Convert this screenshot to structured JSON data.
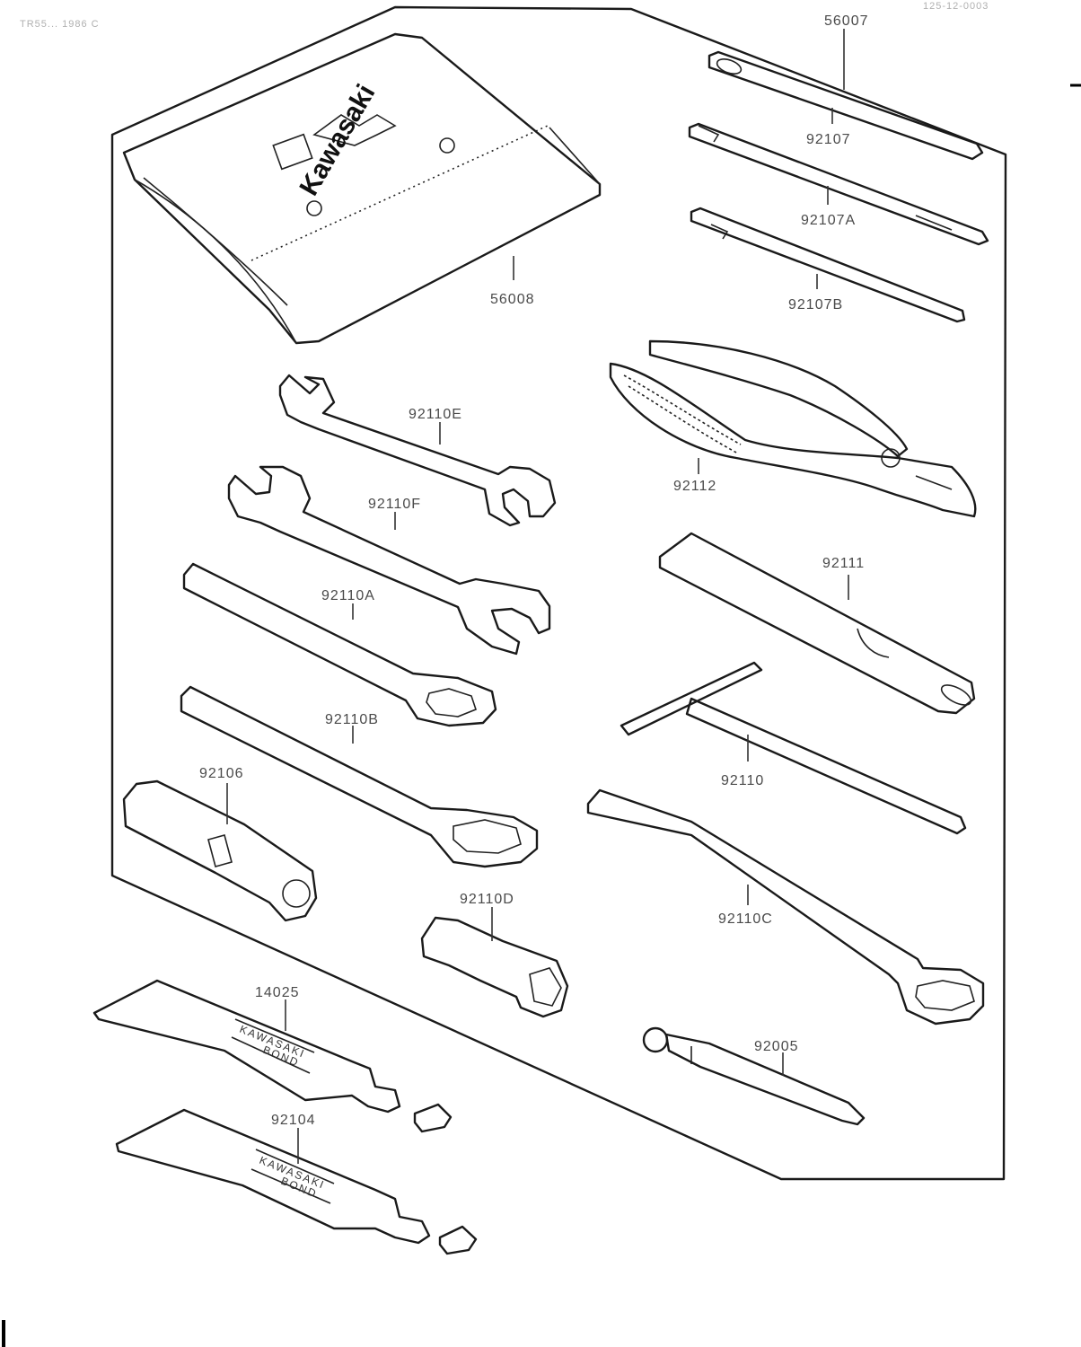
{
  "header": {
    "left_code": "TR55... 1986 C",
    "right_code": "125-12-0003"
  },
  "brand": "Kawasaki",
  "tube_print": [
    "KAWASAKI",
    "BOND"
  ],
  "parts": {
    "p56007": "56007",
    "p92107": "92107",
    "p92107A": "92107A",
    "p92107B": "92107B",
    "p56008": "56008",
    "p92110E": "92110E",
    "p92112": "92112",
    "p92110F": "92110F",
    "p92111": "92111",
    "p92110A": "92110A",
    "p92110B": "92110B",
    "p92106": "92106",
    "p92110": "92110",
    "p92110D": "92110D",
    "p92110C": "92110C",
    "p14025": "14025",
    "p92005": "92005",
    "p92104": "92104"
  }
}
